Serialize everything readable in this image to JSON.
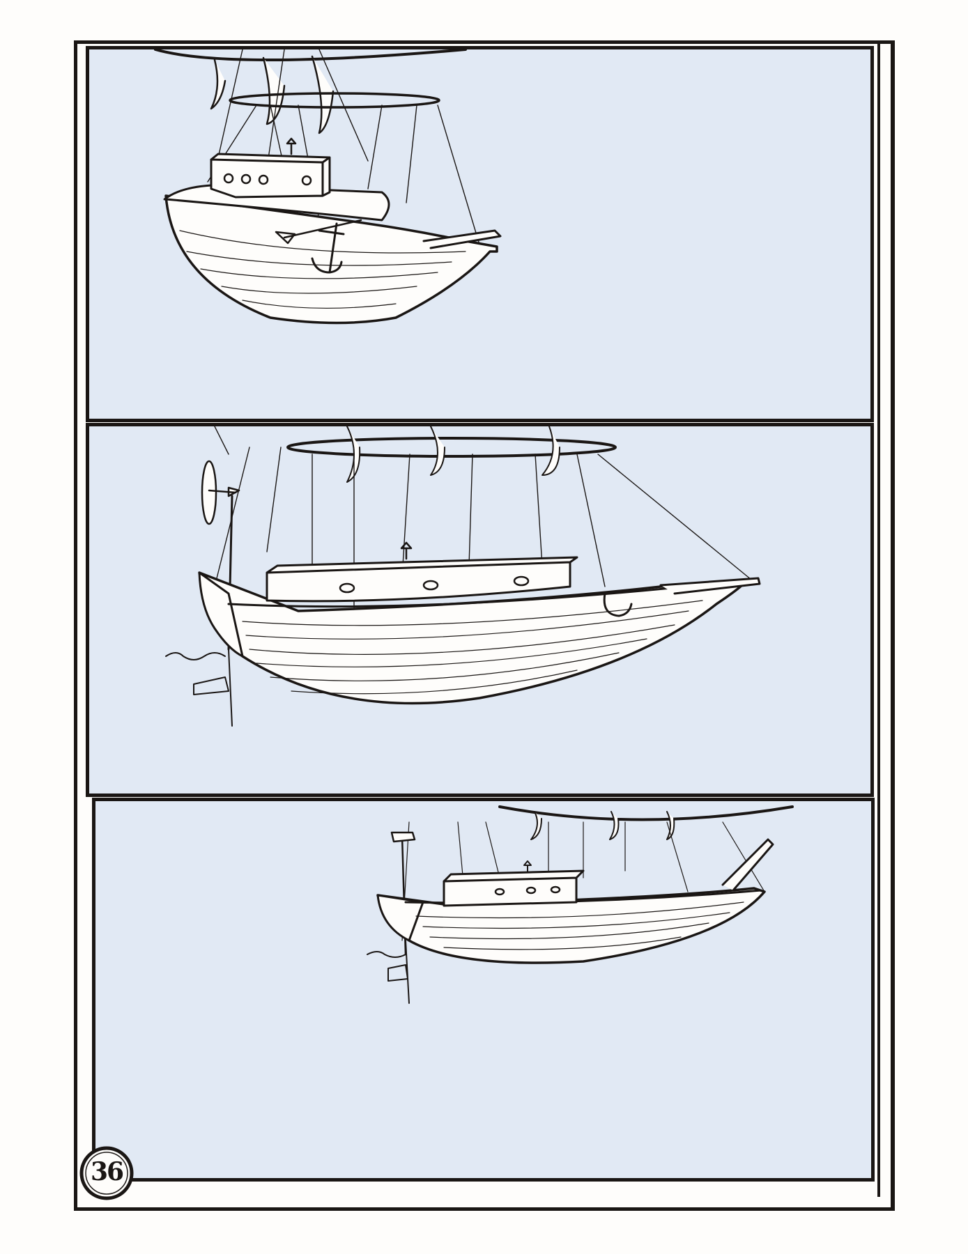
{
  "page": {
    "number": "36",
    "panel_background": "#e1e9f4",
    "ink_color": "#1a1614",
    "paper_color": "#fefdfb"
  },
  "panels": [
    {
      "id": "panel-1",
      "subject": "airship-boat-three-quarter-view"
    },
    {
      "id": "panel-2",
      "subject": "airship-boat-side-view-close"
    },
    {
      "id": "panel-3",
      "subject": "airship-boat-side-view-far"
    }
  ]
}
